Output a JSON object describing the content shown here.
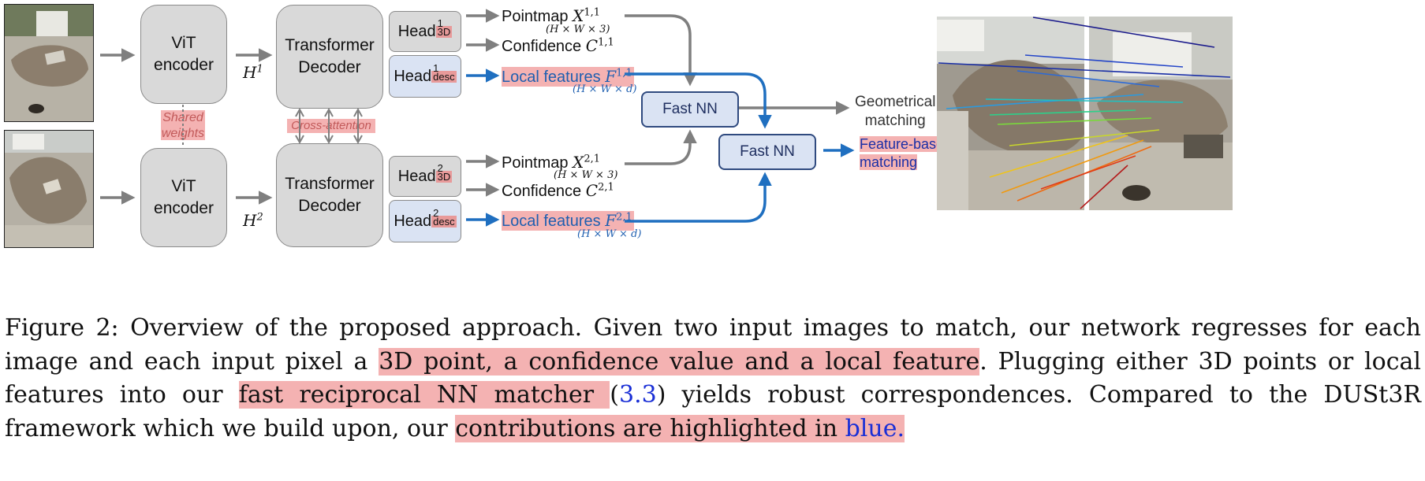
{
  "diagram": {
    "vit_encoder_label": "ViT\nencoder",
    "shared_weights_label": "Shared\nweights",
    "h1_label": "H",
    "h1_sup": "1",
    "h2_label": "H",
    "h2_sup": "2",
    "decoder_label": "Transformer\nDecoder",
    "cross_attention_label": "Cross-attention",
    "head_label": "Head",
    "head_3d_sub": "3D",
    "head_desc_sub": "desc",
    "head_sup_top": "1",
    "head_sup_bottom": "2",
    "pointmap_label": "Pointmap",
    "pointmap_top_sym": "X",
    "pointmap_top_sup": "1,1",
    "pointmap_bottom_sym": "X",
    "pointmap_bottom_sup": "2,1",
    "pointmap_dims": "(H × W × 3)",
    "confidence_label": "Confidence",
    "confidence_top_sym": "C",
    "confidence_top_sup": "1,1",
    "confidence_bottom_sym": "C",
    "confidence_bottom_sup": "2,1",
    "local_features_label": "Local features",
    "local_features_top_sym": "F",
    "local_features_top_sup": "1,1",
    "local_features_bottom_sym": "F",
    "local_features_bottom_sup": "2,1",
    "features_dims": "(H × W × d)",
    "fast_nn_label": "Fast NN",
    "geometrical_matching_label": "Geometrical\nmatching",
    "feature_based_matching_line1": "Feature-based",
    "feature_based_matching_line2": "matching"
  },
  "caption": {
    "part1": "Figure 2: Overview of the proposed approach. Given two input images to match, our network regresses for each image and each input pixel a ",
    "highlight1": "3D point, a confidence value and a local feature",
    "part2": ". Plugging either 3D points or local features into our ",
    "highlight2": "fast reciprocal NN matcher ",
    "part3": "(",
    "ref": "3.3",
    "part4": ") yields robust correspondences. Compared to the DUSt3R framework which we build upon, our ",
    "highlight3": "contributions are highlighted in ",
    "highlight3_blue": "blue."
  },
  "colors": {
    "gray_arrow": "#7f7f7f",
    "blue_arrow": "#1f6fc0",
    "highlight": "#f4b2b2",
    "ref_blue": "#1a2fd6"
  }
}
